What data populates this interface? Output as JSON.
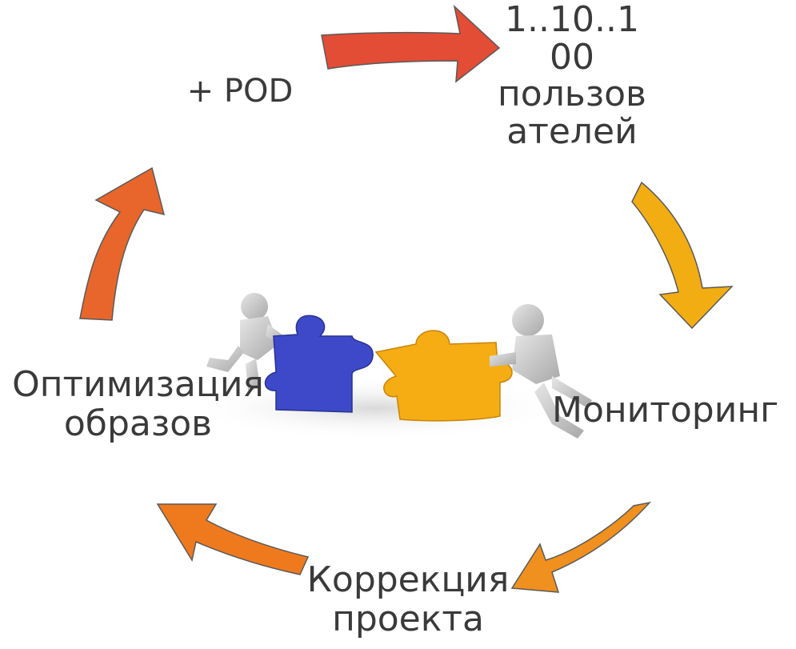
{
  "labels": {
    "pod": "+ POD",
    "users_line1": "1..10..1",
    "users_line2": "00",
    "users_line3": "пользов",
    "users_line4": "ателей",
    "monitoring": "Мониторинг",
    "correction_line1": "Коррекция",
    "correction_line2": "проекта",
    "optimization_line1": "Оптимизация",
    "optimization_line2": "образов"
  },
  "colors": {
    "arrow_top": "#e34c35",
    "arrow_right": "#f2ad12",
    "arrow_bottom_right": "#f0901e",
    "arrow_bottom_left": "#ef7a1d",
    "arrow_left": "#e8662b",
    "puzzle_blue": "#3d49c9",
    "puzzle_yellow": "#f6ad14",
    "figure_gray": "#cfcfcf",
    "text": "#3a3a3a"
  },
  "illustration": {
    "left_figure_icon": "person-pushing-icon",
    "right_figure_icon": "person-pushing-icon",
    "left_piece_icon": "puzzle-piece-icon",
    "right_piece_icon": "puzzle-piece-icon"
  }
}
